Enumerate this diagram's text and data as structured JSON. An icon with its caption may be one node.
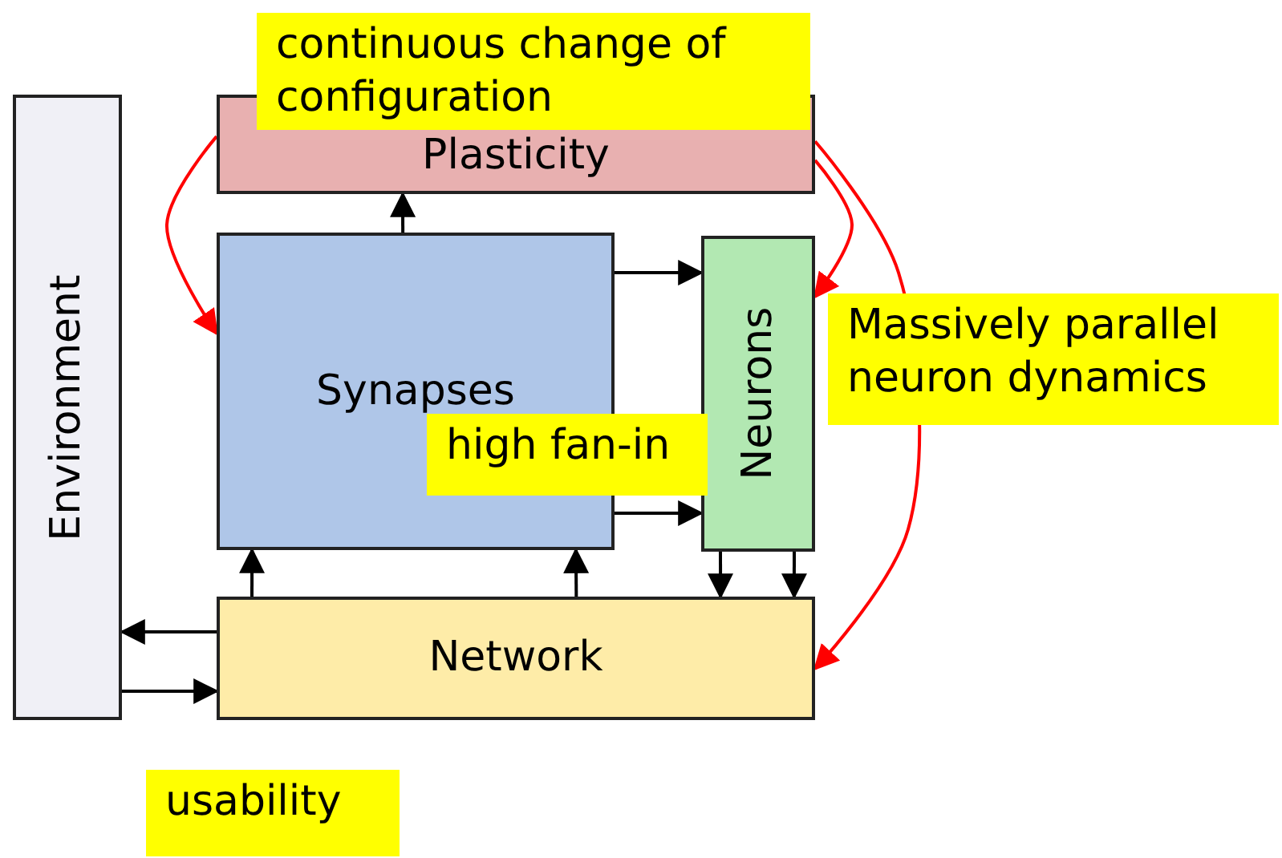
{
  "diagram": {
    "nodes": [
      {
        "text": [
          "Plasticity"
        ]
      },
      {
        "text": [
          "Environment"
        ]
      },
      {
        "text": [
          "Synapses"
        ]
      },
      {
        "text": [
          "Neurons"
        ]
      },
      {
        "text": [
          "Network"
        ]
      }
    ],
    "edges": [
      {
        "from": 2,
        "to": 0,
        "arrow": "to"
      },
      {
        "from": 2,
        "to": 3,
        "arrow": "to"
      },
      {
        "from": 2,
        "to": 3,
        "arrow": "to"
      },
      {
        "from": 3,
        "to": 4,
        "arrow": "to"
      },
      {
        "from": 3,
        "to": 4,
        "arrow": "to"
      },
      {
        "from": 4,
        "to": 2,
        "arrow": "to"
      },
      {
        "from": 4,
        "to": 2,
        "arrow": "to"
      },
      {
        "from": 4,
        "to": 1,
        "arrow": "to"
      },
      {
        "from": 1,
        "to": 4,
        "arrow": "to"
      },
      {
        "from": 0,
        "to": 2,
        "arrow": "to",
        "color": "#ff0000"
      },
      {
        "from": 0,
        "to": 3,
        "arrow": "to",
        "color": "#ff0000"
      },
      {
        "from": 0,
        "to": 4,
        "arrow": "to",
        "color": "#ff0000"
      }
    ],
    "labels": [
      "continuous change of configuration",
      "Massively parallel neuron dynamics",
      "high fan-in",
      "usability"
    ]
  }
}
